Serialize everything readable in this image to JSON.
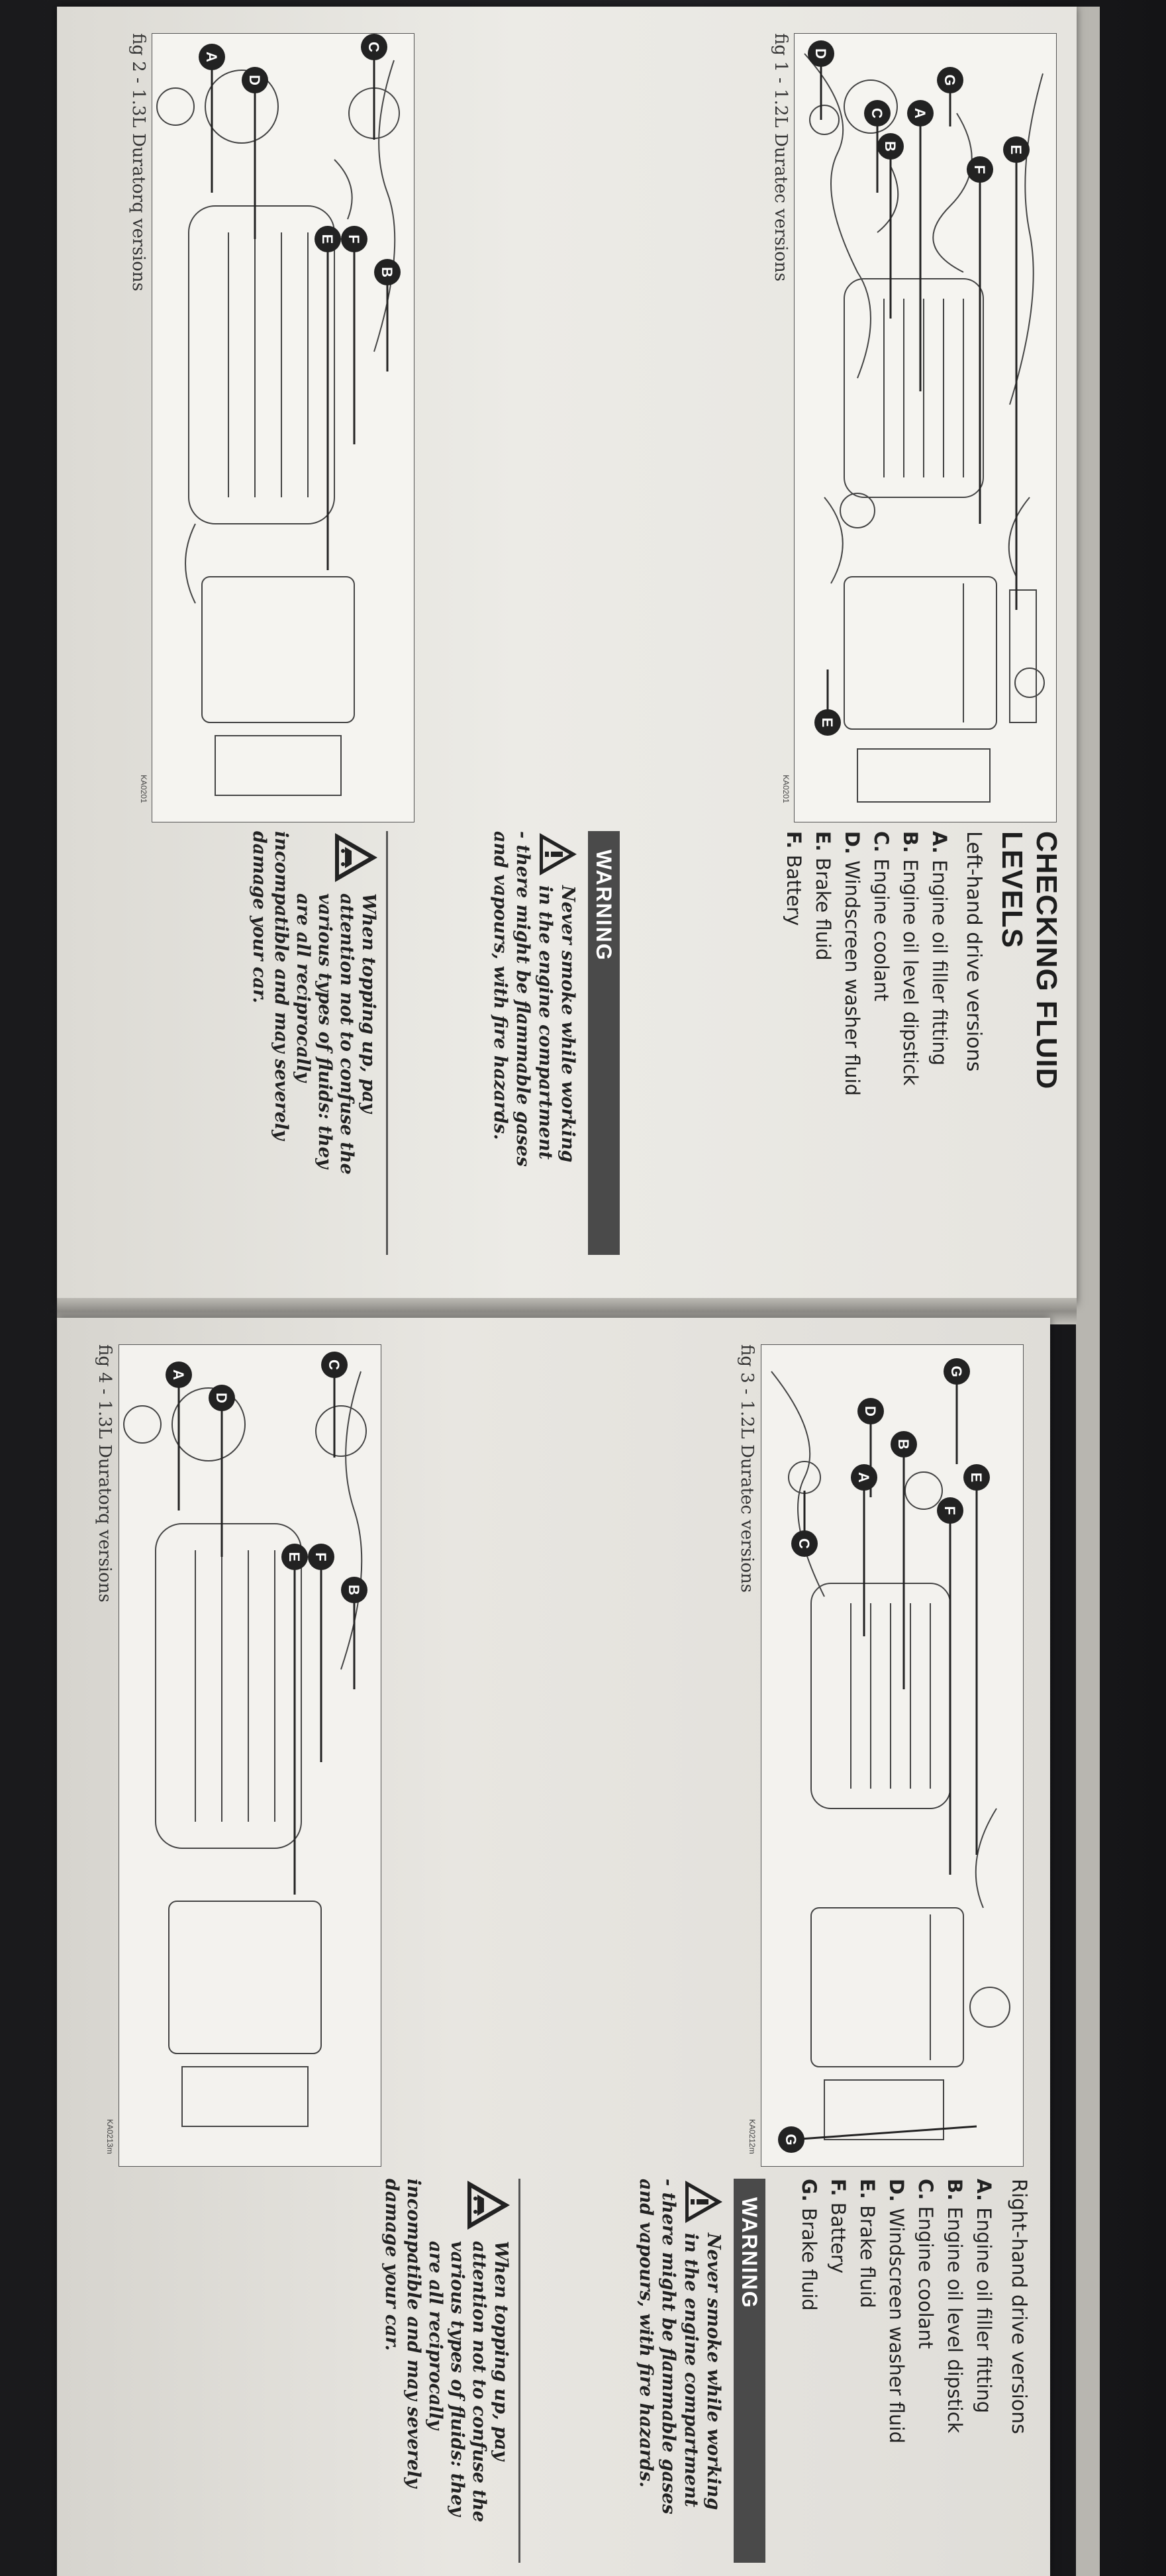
{
  "left_page": {
    "fig1_caption": "fig 1 - 1.2L Duratec versions",
    "fig2_caption": "fig 2 - 1.3L Duratorq versions",
    "fig1_code": "KA0201",
    "fig2_code": "KA0201",
    "title_line1": "CHECKING FLUID",
    "title_line2": "LEVELS",
    "section_title": "Left-hand drive versions",
    "items": [
      {
        "letter": "A.",
        "text": "Engine oil filler fitting"
      },
      {
        "letter": "B.",
        "text": "Engine oil level dipstick"
      },
      {
        "letter": "C.",
        "text": "Engine coolant"
      },
      {
        "letter": "D.",
        "text": "Windscreen washer fluid"
      },
      {
        "letter": "E.",
        "text": "Brake fluid"
      },
      {
        "letter": "F.",
        "text": "Battery"
      }
    ],
    "warning": {
      "label": "WARNING",
      "line1": "Never smoke while working",
      "line2": "in the engine compartment",
      "line3": "- there might be flammable gases",
      "line4": "and vapours, with fire hazards."
    },
    "note": {
      "line1": "When topping up, pay",
      "line2": "attention not to confuse the",
      "line3": "various types of fluids: they",
      "line4": "are all reciprocally",
      "line5": "incompatible and may severely",
      "line6": "damage your car."
    }
  },
  "right_page": {
    "fig3_caption": "fig 3 - 1.2L Duratec versions",
    "fig4_caption": "fig 4 - 1.3L Duratorq versions",
    "fig3_code": "KA0212m",
    "fig4_code": "KA0213m",
    "section_title": "Right-hand drive versions",
    "items": [
      {
        "letter": "A.",
        "text": "Engine oil filler fitting"
      },
      {
        "letter": "B.",
        "text": "Engine oil level dipstick"
      },
      {
        "letter": "C.",
        "text": "Engine coolant"
      },
      {
        "letter": "D.",
        "text": "Windscreen washer fluid"
      },
      {
        "letter": "E.",
        "text": "Brake fluid"
      },
      {
        "letter": "F.",
        "text": "Battery"
      },
      {
        "letter": "G.",
        "text": "Brake fluid"
      }
    ],
    "warning": {
      "label": "WARNING",
      "line1": "Never smoke while working",
      "line2": "in the engine compartment",
      "line3": "- there might be flammable gases",
      "line4": "and vapours, with fire hazards."
    },
    "note": {
      "line1": "When topping up, pay",
      "line2": "attention not to confuse the",
      "line3": "various types of fluids: they",
      "line4": "are all reciprocally",
      "line5": "incompatible and may severely",
      "line6": "damage your car."
    }
  },
  "callouts": {
    "fig1": [
      "D",
      "C",
      "B",
      "A",
      "G",
      "E",
      "F",
      "E"
    ],
    "fig2": [
      "C",
      "D",
      "A",
      "B",
      "F",
      "E"
    ],
    "fig3": [
      "G",
      "D",
      "C",
      "A",
      "B",
      "F",
      "E",
      "G"
    ],
    "fig4": [
      "C",
      "D",
      "A",
      "B",
      "F",
      "E"
    ]
  },
  "colors": {
    "paper": "#e9e7e2",
    "ink": "#222222",
    "warning_bar": "#4a4a4a",
    "background": "#1b1b1d"
  }
}
